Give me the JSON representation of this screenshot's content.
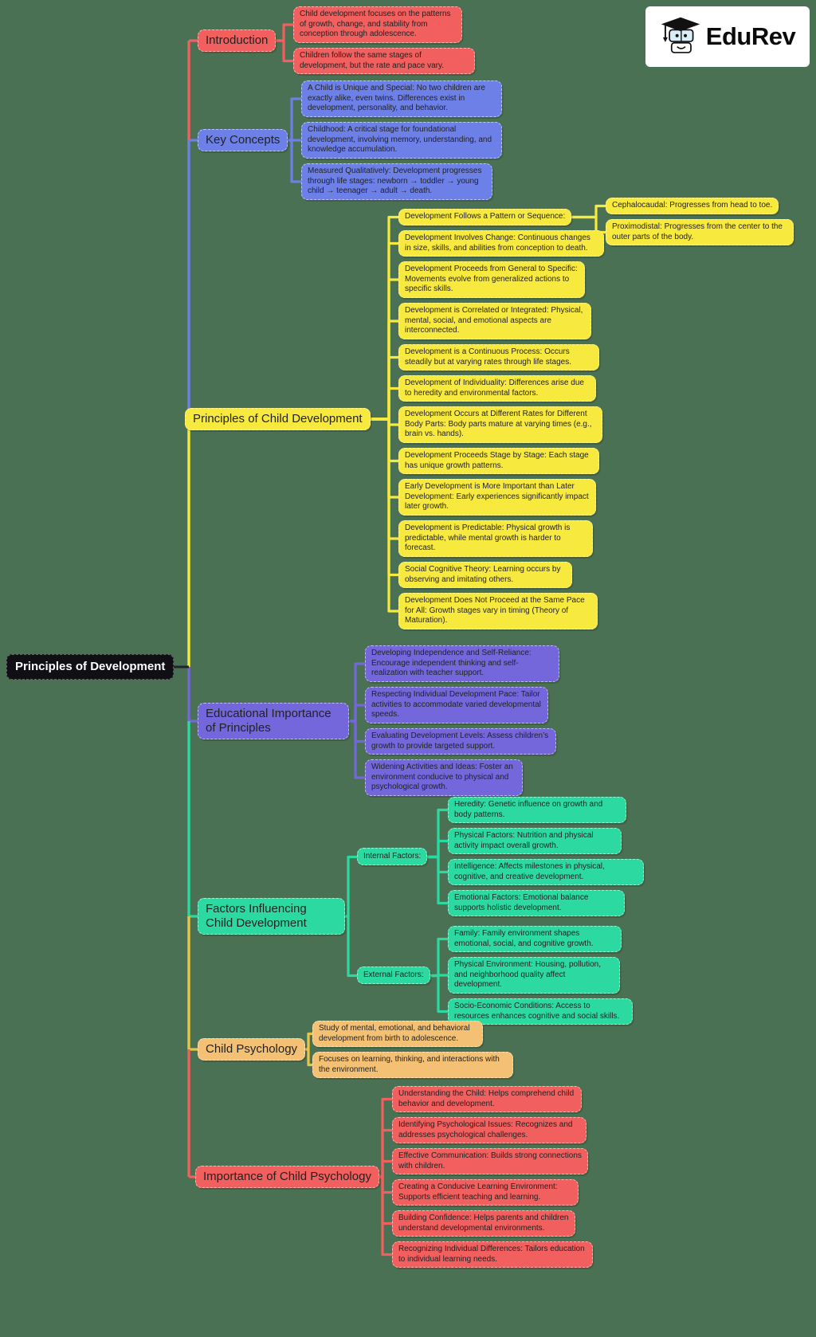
{
  "logo": {
    "brand": "EduRev"
  },
  "root": "Principles of Development",
  "colors": {
    "background": "#4a7153",
    "root_bg": "#101014",
    "root_text": "#ffffff",
    "text": "#222222",
    "red": "#f15f5f",
    "blue": "#6d80e8",
    "yellow": "#f8e93e",
    "purple": "#7467db",
    "teal": "#2cd9a1",
    "orange": "#f4c174",
    "gold_line": "#e9c645"
  },
  "branches": [
    {
      "label": "Introduction",
      "color": "#f15f5f",
      "children": [
        {
          "text": "Child development focuses on the patterns of growth, change, and stability from conception through adolescence."
        },
        {
          "text": "Children follow the same stages of development, but the rate and pace vary."
        }
      ]
    },
    {
      "label": "Key Concepts",
      "color": "#6d80e8",
      "children": [
        {
          "text": "A Child is Unique and Special: No two children are exactly alike, even twins. Differences exist in development, personality, and behavior."
        },
        {
          "text": "Childhood: A critical stage for foundational development, involving memory, understanding, and knowledge accumulation."
        },
        {
          "text": "Measured Qualitatively: Development progresses through life stages: newborn → toddler → young child → teenager → adult → death."
        }
      ]
    },
    {
      "label": "Principles of Child Development",
      "color": "#f8e93e",
      "children": [
        {
          "text": "Development Follows a Pattern or Sequence:",
          "children": [
            {
              "text": "Cephalocaudal: Progresses from head to toe."
            },
            {
              "text": "Proximodistal: Progresses from the center to the outer parts of the body."
            }
          ]
        },
        {
          "text": "Development Involves Change: Continuous changes in size, skills, and abilities from conception to death."
        },
        {
          "text": "Development Proceeds from General to Specific: Movements evolve from generalized actions to specific skills."
        },
        {
          "text": "Development is Correlated or Integrated: Physical, mental, social, and emotional aspects are interconnected."
        },
        {
          "text": "Development is a Continuous Process: Occurs steadily but at varying rates through life stages."
        },
        {
          "text": "Development of Individuality: Differences arise due to heredity and environmental factors."
        },
        {
          "text": "Development Occurs at Different Rates for Different Body Parts: Body parts mature at varying times (e.g., brain vs. hands)."
        },
        {
          "text": "Development Proceeds Stage by Stage: Each stage has unique growth patterns."
        },
        {
          "text": "Early Development is More Important than Later Development: Early experiences significantly impact later growth."
        },
        {
          "text": "Development is Predictable: Physical growth is predictable, while mental growth is harder to forecast."
        },
        {
          "text": "Social Cognitive Theory: Learning occurs by observing and imitating others."
        },
        {
          "text": "Development Does Not Proceed at the Same Pace for All: Growth stages vary in timing (Theory of Maturation)."
        }
      ]
    },
    {
      "label": "Educational Importance of Principles",
      "color": "#7467db",
      "children": [
        {
          "text": "Developing Independence and Self-Reliance: Encourage independent thinking and self-realization with teacher support."
        },
        {
          "text": "Respecting Individual Development Pace: Tailor activities to accommodate varied developmental speeds."
        },
        {
          "text": "Evaluating Development Levels: Assess children’s growth to provide targeted support."
        },
        {
          "text": "Widening Activities and Ideas: Foster an environment conducive to physical and psychological growth."
        }
      ]
    },
    {
      "label": "Factors Influencing Child Development",
      "color": "#2cd9a1",
      "children": [
        {
          "text": "Internal Factors:",
          "children": [
            {
              "text": "Heredity: Genetic influence on growth and body patterns."
            },
            {
              "text": "Physical Factors: Nutrition and physical activity impact overall growth."
            },
            {
              "text": "Intelligence: Affects milestones in physical, cognitive, and creative development."
            },
            {
              "text": "Emotional Factors: Emotional balance supports holistic development."
            }
          ]
        },
        {
          "text": "External Factors:",
          "children": [
            {
              "text": "Family: Family environment shapes emotional, social, and cognitive growth."
            },
            {
              "text": "Physical Environment: Housing, pollution, and neighborhood quality affect development."
            },
            {
              "text": "Socio-Economic Conditions: Access to resources enhances cognitive and social skills."
            }
          ]
        }
      ]
    },
    {
      "label": "Child Psychology",
      "color": "#f4c174",
      "line_color": "#e9c645",
      "children": [
        {
          "text": "Study of mental, emotional, and behavioral development from birth to adolescence."
        },
        {
          "text": "Focuses on learning, thinking, and interactions with the environment."
        }
      ]
    },
    {
      "label": "Importance of Child Psychology",
      "color": "#f15f5f",
      "children": [
        {
          "text": "Understanding the Child: Helps comprehend child behavior and development."
        },
        {
          "text": "Identifying Psychological Issues: Recognizes and addresses psychological challenges."
        },
        {
          "text": "Effective Communication: Builds strong connections with children."
        },
        {
          "text": "Creating a Conducive Learning Environment: Supports efficient teaching and learning."
        },
        {
          "text": "Building Confidence: Helps parents and children understand developmental environments."
        },
        {
          "text": "Recognizing Individual Differences: Tailors education to individual learning needs."
        }
      ]
    }
  ]
}
